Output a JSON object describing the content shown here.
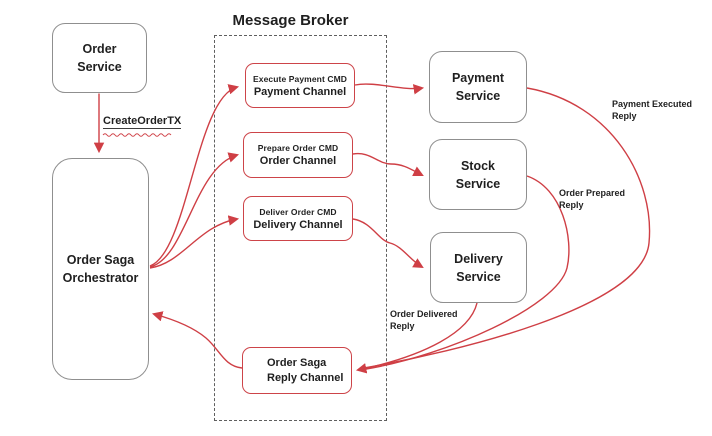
{
  "colors": {
    "accent_red": "#cf3f45",
    "box_border_gray": "#8f8f8f",
    "text": "#1f1f1f"
  },
  "broker": {
    "title": "Message Broker"
  },
  "services": {
    "order": {
      "line1": "Order",
      "line2": "Service"
    },
    "orchestrator": {
      "line1": "Order Saga",
      "line2": "Orchestrator"
    },
    "payment": {
      "line1": "Payment",
      "line2": "Service"
    },
    "stock": {
      "line1": "Stock",
      "line2": "Service"
    },
    "delivery": {
      "line1": "Delivery",
      "line2": "Service"
    }
  },
  "channels": {
    "payment": {
      "cmd": "Execute Payment CMD",
      "name": "Payment Channel"
    },
    "order": {
      "cmd": "Prepare Order CMD",
      "name": "Order Channel"
    },
    "delivery": {
      "cmd": "Deliver Order CMD",
      "name": "Delivery Channel"
    },
    "reply": {
      "line1": "Order Saga",
      "line2": "Reply Channel"
    }
  },
  "labels": {
    "create_order_tx": "CreateOrderTX",
    "payment_executed": {
      "line1": "Payment Executed",
      "line2": "Reply"
    },
    "order_prepared": {
      "line1": "Order Prepared",
      "line2": "Reply"
    },
    "order_delivered": {
      "line1": "Order Delivered",
      "line2": "Reply"
    }
  }
}
